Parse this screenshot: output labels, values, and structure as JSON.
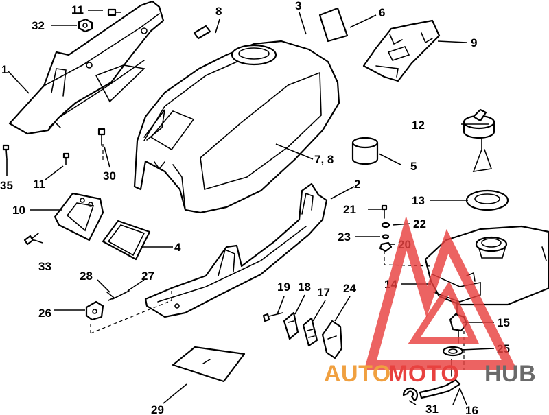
{
  "callouts": {
    "c1": "1",
    "c2": "2",
    "c3": "3",
    "c4": "4",
    "c5": "5",
    "c6": "6",
    "c7_8": "7, 8",
    "c8": "8",
    "c9": "9",
    "c10": "10",
    "c11a": "11",
    "c11b": "11",
    "c12": "12",
    "c13": "13",
    "c14": "14",
    "c15": "15",
    "c16": "16",
    "c17": "17",
    "c18": "18",
    "c19": "19",
    "c20": "20",
    "c21": "21",
    "c22": "22",
    "c23": "23",
    "c24": "24",
    "c25": "25",
    "c26": "26",
    "c27": "27",
    "c28": "28",
    "c29": "29",
    "c30": "30",
    "c31": "31",
    "c32": "32",
    "c33": "33",
    "c35": "35"
  },
  "watermark": {
    "part1": "AUTO",
    "part2": "MOTO",
    "part3": "HUB",
    "colors": {
      "accent": "#f0a040",
      "brand": "#e8413f",
      "dark": "#6a6a6a"
    }
  }
}
